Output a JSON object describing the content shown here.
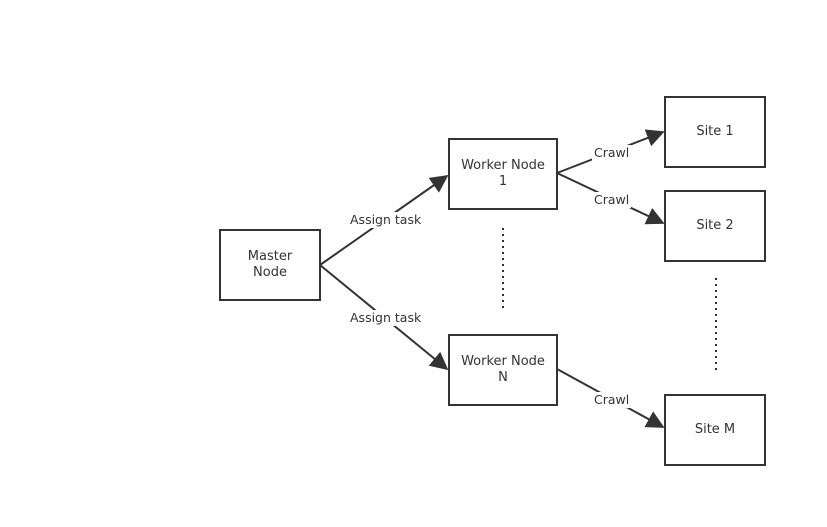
{
  "nodes": {
    "master": {
      "line1": "Master",
      "line2": "Node"
    },
    "worker1": {
      "line1": "Worker Node",
      "line2": "1"
    },
    "workerN": {
      "line1": "Worker Node",
      "line2": "N"
    },
    "site1": {
      "label": "Site 1"
    },
    "site2": {
      "label": "Site 2"
    },
    "siteM": {
      "label": "Site M"
    }
  },
  "edges": {
    "assign_top": "Assign task",
    "assign_bottom": "Assign task",
    "crawl_1": "Crawl",
    "crawl_2": "Crawl",
    "crawl_M": "Crawl"
  }
}
